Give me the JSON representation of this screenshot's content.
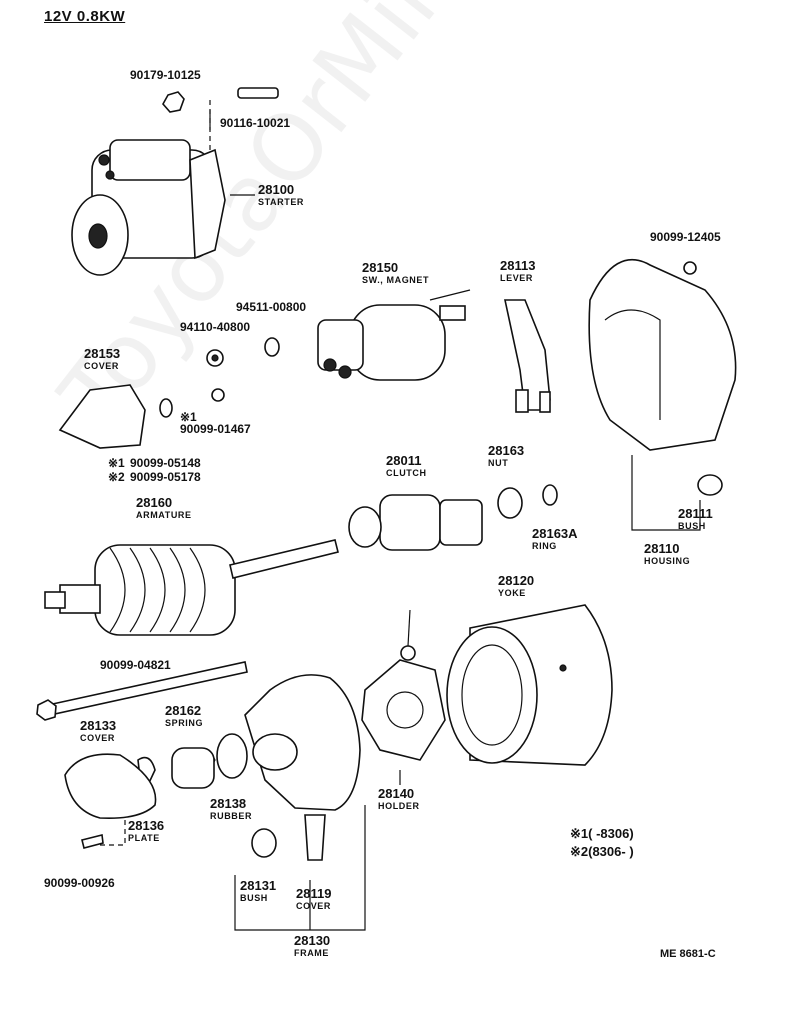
{
  "header": "12V 0.8KW",
  "watermark": "ToyotaOrMine.ru",
  "code": "ME 8681-C",
  "parts": {
    "bolt_nut": "90179-10125",
    "stud": "90116-10021",
    "starter": {
      "num": "28100",
      "name": "STARTER"
    },
    "sw_magnet": {
      "num": "28150",
      "name": "SW., MAGNET"
    },
    "lever": {
      "num": "28113",
      "name": "LEVER"
    },
    "housing_nut": "90099-12405",
    "washer_a": "94511-00800",
    "nut_b": "94110-40800",
    "cover_sw": {
      "num": "28153",
      "name": "COVER"
    },
    "nut_c": "90099-01467",
    "nut_c_mark": "※1",
    "washer_1": "90099-05148",
    "washer_1_mark": "※1",
    "washer_2": "90099-05178",
    "washer_2_mark": "※2",
    "clutch": {
      "num": "28011",
      "name": "CLUTCH"
    },
    "nut": {
      "num": "28163",
      "name": "NUT"
    },
    "ring": {
      "num": "28163A",
      "name": "RING"
    },
    "bush_h": {
      "num": "28111",
      "name": "BUSH"
    },
    "housing": {
      "num": "28110",
      "name": "HOUSING"
    },
    "armature": {
      "num": "28160",
      "name": "ARMATURE"
    },
    "yoke": {
      "num": "28120",
      "name": "YOKE"
    },
    "through_bolt": "90099-04821",
    "spring": {
      "num": "28162",
      "name": "SPRING"
    },
    "cover_end": {
      "num": "28133",
      "name": "COVER"
    },
    "plate": {
      "num": "28136",
      "name": "PLATE"
    },
    "rubber": {
      "num": "28138",
      "name": "RUBBER"
    },
    "holder": {
      "num": "28140",
      "name": "HOLDER"
    },
    "screw": "90099-00926",
    "bush_f": {
      "num": "28131",
      "name": "BUSH"
    },
    "cover_f": {
      "num": "28119",
      "name": "COVER"
    },
    "frame": {
      "num": "28130",
      "name": "FRAME"
    }
  },
  "notes": {
    "n1": "※1(      -8306)",
    "n2": "※2(8306-      )"
  }
}
